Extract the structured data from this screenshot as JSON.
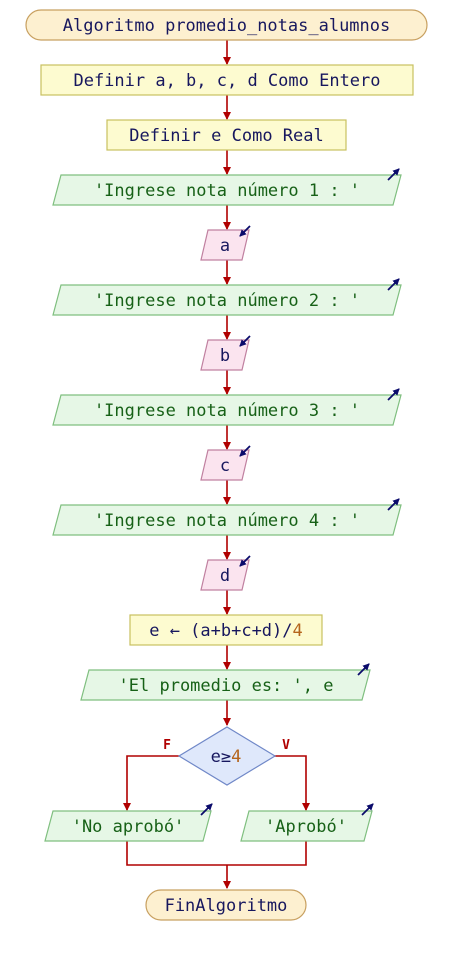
{
  "flowchart": {
    "start": "Algoritmo promedio_notas_alumnos",
    "define_int": "Definir a, b, c, d Como Entero",
    "define_real": "Definir e Como Real",
    "prompt1": "'Ingrese nota número 1 : '",
    "read1": "a",
    "prompt2": "'Ingrese nota número 2 : '",
    "read2": "b",
    "prompt3": "'Ingrese nota número 3 : '",
    "read3": "c",
    "prompt4": "'Ingrese nota número 4 : '",
    "read4": "d",
    "assign_expr": "e ← (a+b+c+d)/",
    "assign_num": "4",
    "output_avg": "'El promedio es: ', e",
    "decision_expr": "e≥",
    "decision_num": "4",
    "false_label": "F",
    "true_label": "V",
    "output_fail": "'No aprobó'",
    "output_pass": "'Aprobó'",
    "end": "FinAlgoritmo"
  },
  "colors": {
    "terminal_fill": "#fdf0d0",
    "terminal_stroke": "#c8a060",
    "process_fill": "#fdfbd0",
    "process_stroke": "#c8c060",
    "output_fill": "#e6f7e6",
    "output_stroke": "#7fbf7f",
    "input_fill": "#fbe4ef",
    "input_stroke": "#c080a0",
    "decision_fill": "#dfe8fb",
    "decision_stroke": "#7088c8",
    "arrow": "#b00000",
    "io_arrow": "#0b0b6b"
  }
}
